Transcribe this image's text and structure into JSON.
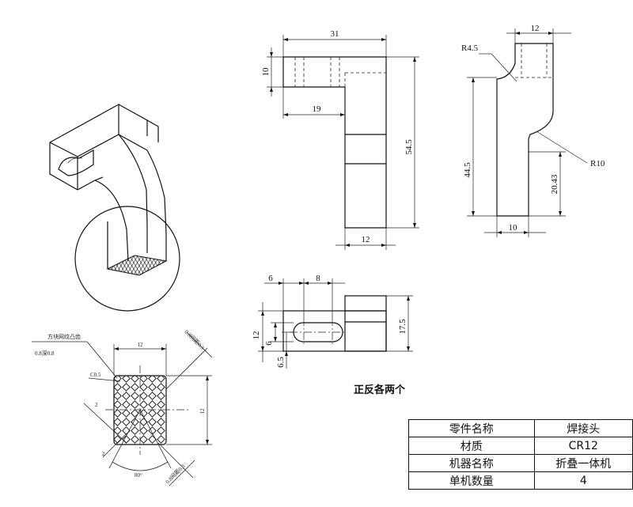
{
  "iso_view": {
    "detail_callout": "方块网纹凸齿",
    "spec_left": "0.8深0.8",
    "spec_top": "0.8间距0.3",
    "spec_bottom": "0.8间距0.3",
    "dim_width": "12",
    "dim_height": "12",
    "chamfer": "C0.5",
    "angle": "80°",
    "small_a": "2",
    "small_b": "2"
  },
  "front_view": {
    "dim_top_width": "31",
    "dim_arm_height": "10",
    "dim_arm_length": "19",
    "dim_total_height": "54.5",
    "dim_bottom_width": "12"
  },
  "side_view": {
    "dim_top_width": "12",
    "radius_top": "R4.5",
    "radius_side": "R10",
    "dim_height_left": "44.5",
    "dim_height_right": "20.43",
    "dim_bottom_width": "10"
  },
  "top_view": {
    "dim_6": "6",
    "dim_8": "8",
    "dim_12": "12",
    "dim_6v": "6",
    "dim_6_5": "6.5",
    "dim_17_5": "17.5"
  },
  "note": "正反各两个",
  "title_block": [
    {
      "label": "零件名称",
      "value": "焊接头"
    },
    {
      "label": "材质",
      "value": "CR12"
    },
    {
      "label": "机器名称",
      "value": "折叠一体机"
    },
    {
      "label": "单机数量",
      "value": "4"
    }
  ]
}
